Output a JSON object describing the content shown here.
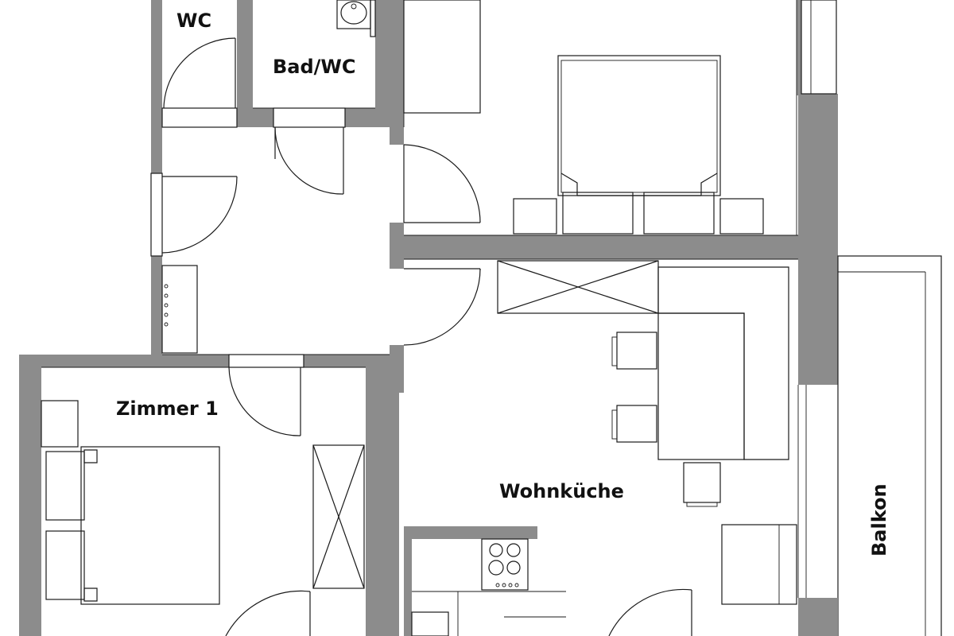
{
  "rooms": {
    "wc": "WC",
    "bad_wc": "Bad/WC",
    "zimmer_1": "Zimmer 1",
    "wohnkueche": "Wohnküche",
    "balkon": "Balkon"
  }
}
